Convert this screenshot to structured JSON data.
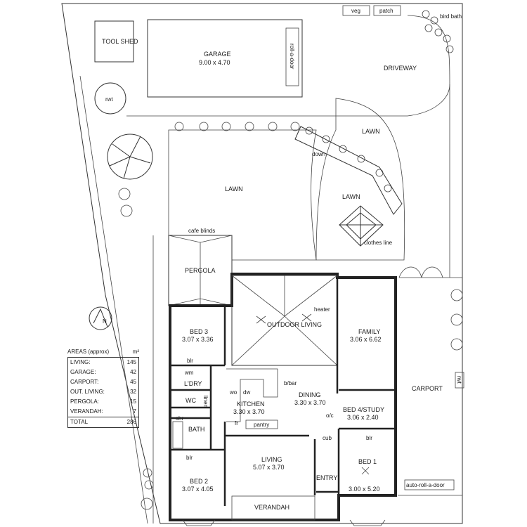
{
  "labels": {
    "veg": "veg",
    "patch": "patch",
    "bird_bath": "bird bath",
    "tool_shed": "TOOL SHED",
    "garage_name": "GARAGE",
    "garage_size": "9.00 x 4.70",
    "roll_door": "roll-a-door",
    "driveway": "DRIVEWAY",
    "rwt": "rwt",
    "lawn": "LAWN",
    "down": "down",
    "clothes_line": "clothes line",
    "cafe_blinds": "cafe blinds",
    "pergola": "PERGOLA",
    "heater": "heater",
    "outdoor_living": "OUTDOOR LIVING",
    "bed3_name": "BED 3",
    "bed3_size": "3.07 x 3.36",
    "family_name": "FAMILY",
    "family_size": "3.06 x 6.62",
    "blr": "blr",
    "wm": "wm",
    "ldry": "L'DRY",
    "wc": "WC",
    "linen": "linen",
    "wo": "wo",
    "dw": "dw",
    "bbar": "b/bar",
    "kitchen_name": "KITCHEN",
    "kitchen_size": "3.30 x 3.70",
    "dining_name": "DINING",
    "dining_size": "3.30 x 3.70",
    "fr": "fr",
    "pantry": "pantry",
    "shr": "shr",
    "bath": "BATH",
    "oc": "o/c",
    "bed4_name": "BED 4/STUDY",
    "bed4_size": "3.06 x 2.40",
    "carport": "CARPORT",
    "cub": "cub",
    "bed2_name": "BED 2",
    "bed2_size": "3.07 x 4.05",
    "living_name": "LIVING",
    "living_size": "5.07 x 3.70",
    "entry": "ENTRY",
    "bed1_name": "BED 1",
    "bed1_size": "3.00 x 5.20",
    "auto_roll": "auto-roll-a-door",
    "verandah": "VERANDAH",
    "north": "N"
  },
  "areas": {
    "title": "AREAS (approx)",
    "unit": "m²",
    "rows": [
      {
        "name": "LIVING:",
        "value": "145"
      },
      {
        "name": "GARAGE:",
        "value": "42"
      },
      {
        "name": "CARPORT:",
        "value": "45"
      },
      {
        "name": "OUT. LIVING:",
        "value": "32"
      },
      {
        "name": "PERGOLA:",
        "value": "15"
      },
      {
        "name": "VERANDAH:",
        "value": "7"
      }
    ],
    "total_label": "TOTAL",
    "total_value": "286"
  }
}
